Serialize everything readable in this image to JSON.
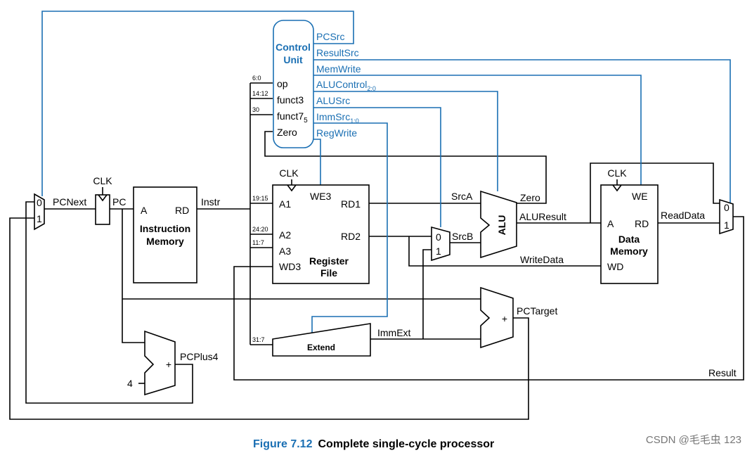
{
  "caption": {
    "figure_label": "Figure 7.12",
    "title": "Complete single-cycle processor"
  },
  "watermark": "CSDN @毛毛虫 123",
  "control_unit": {
    "title_line1": "Control",
    "title_line2": "Unit",
    "inputs": [
      "op",
      "funct3",
      "funct7",
      "Zero"
    ],
    "funct7_sub": "5",
    "outputs": [
      "PCSrc",
      "ResultSrc",
      "MemWrite",
      "ALUControl",
      "ALUSrc",
      "ImmSrc",
      "RegWrite"
    ],
    "alucontrol_sub": "2:0",
    "immsrc_sub": "1:0"
  },
  "bit_fields": {
    "op": "6:0",
    "funct3": "14:12",
    "funct7": "30",
    "a1": "19:15",
    "a2": "24:20",
    "a3": "11:7",
    "imm": "31:7"
  },
  "register_file": {
    "title_line1": "Register",
    "title_line2": "File",
    "ports": [
      "A1",
      "A2",
      "A3",
      "WD3",
      "RD1",
      "RD2",
      "WE3"
    ]
  },
  "instruction_memory": {
    "title_line1": "Instruction",
    "title_line2": "Memory",
    "ports": [
      "A",
      "RD"
    ]
  },
  "data_memory": {
    "title_line1": "Data",
    "title_line2": "Memory",
    "ports": [
      "A",
      "RD",
      "WD",
      "WE"
    ]
  },
  "alu": {
    "label": "ALU",
    "flag": "Zero"
  },
  "extend": {
    "label": "Extend"
  },
  "signals": {
    "pcnext": "PCNext",
    "pc": "PC",
    "instr": "Instr",
    "srca": "SrcA",
    "srcb": "SrcB",
    "aluresult": "ALUResult",
    "writedata": "WriteData",
    "readdata": "ReadData",
    "immext": "ImmExt",
    "pctarget": "PCTarget",
    "pcplus4": "PCPlus4",
    "result": "Result",
    "clk": "CLK"
  },
  "mux_labels": {
    "zero": "0",
    "one": "1"
  },
  "adders": {
    "plus": "+",
    "constant": "4"
  }
}
